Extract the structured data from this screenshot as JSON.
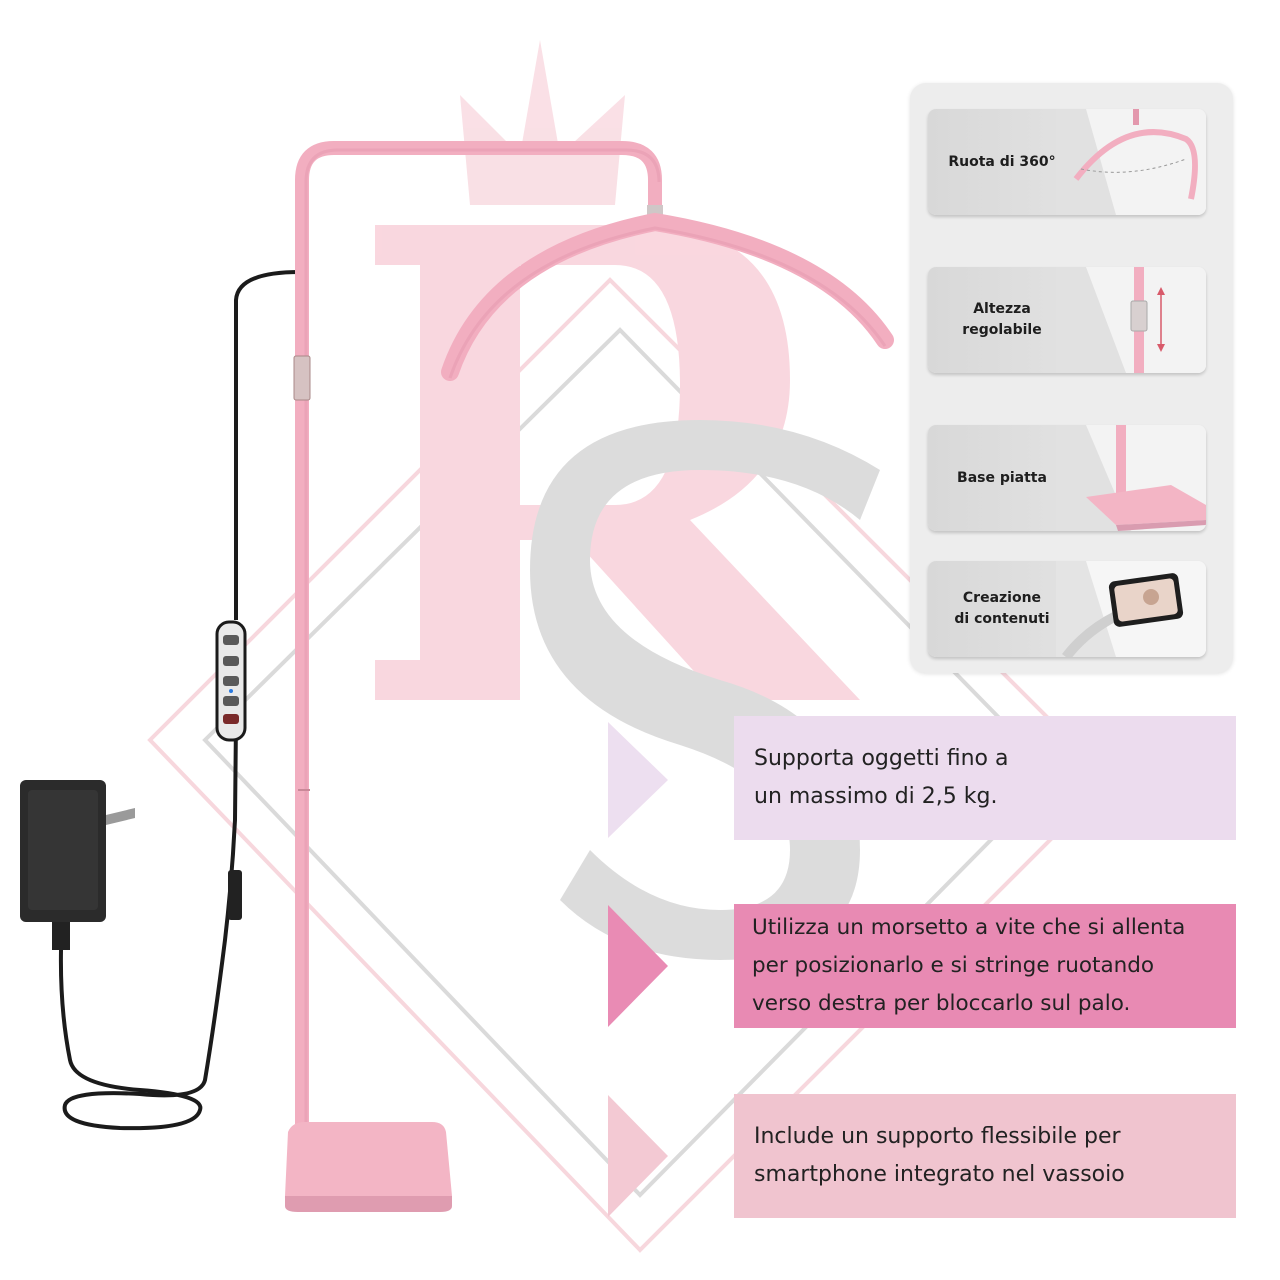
{
  "colors": {
    "lamp_pink": "#f2aec0",
    "lamp_pink_dark": "#e398ad",
    "watermark_pink": "#f7c8d2",
    "watermark_gray": "#cfcfcf",
    "box1_bg": "#ecdcee",
    "box1_arrow": "#eddff0",
    "box2_bg": "#e88ab3",
    "box2_arrow": "#e98bb4",
    "box3_bg": "#f0c4cf",
    "box3_arrow": "#f3c9d3",
    "panel_bg": "#ededed"
  },
  "features": [
    {
      "label": "Ruota di 360°",
      "icon": "rotation-arc-icon"
    },
    {
      "label": "Altezza\nregolabile",
      "icon": "height-adjust-icon"
    },
    {
      "label": "Base piatta",
      "icon": "flat-base-icon"
    },
    {
      "label": "Creazione\ndi contenuti",
      "icon": "phone-holder-icon"
    }
  ],
  "info": {
    "box1": "Supporta oggetti fino a\nun massimo di 2,5 kg.",
    "box2": "Utilizza un morsetto a vite che si allenta\nper posizionarlo e si stringe ruotando\nverso destra per bloccarlo sul palo.",
    "box3": "Include un supporto flessibile per\nsmartphone integrato nel vassoio"
  }
}
